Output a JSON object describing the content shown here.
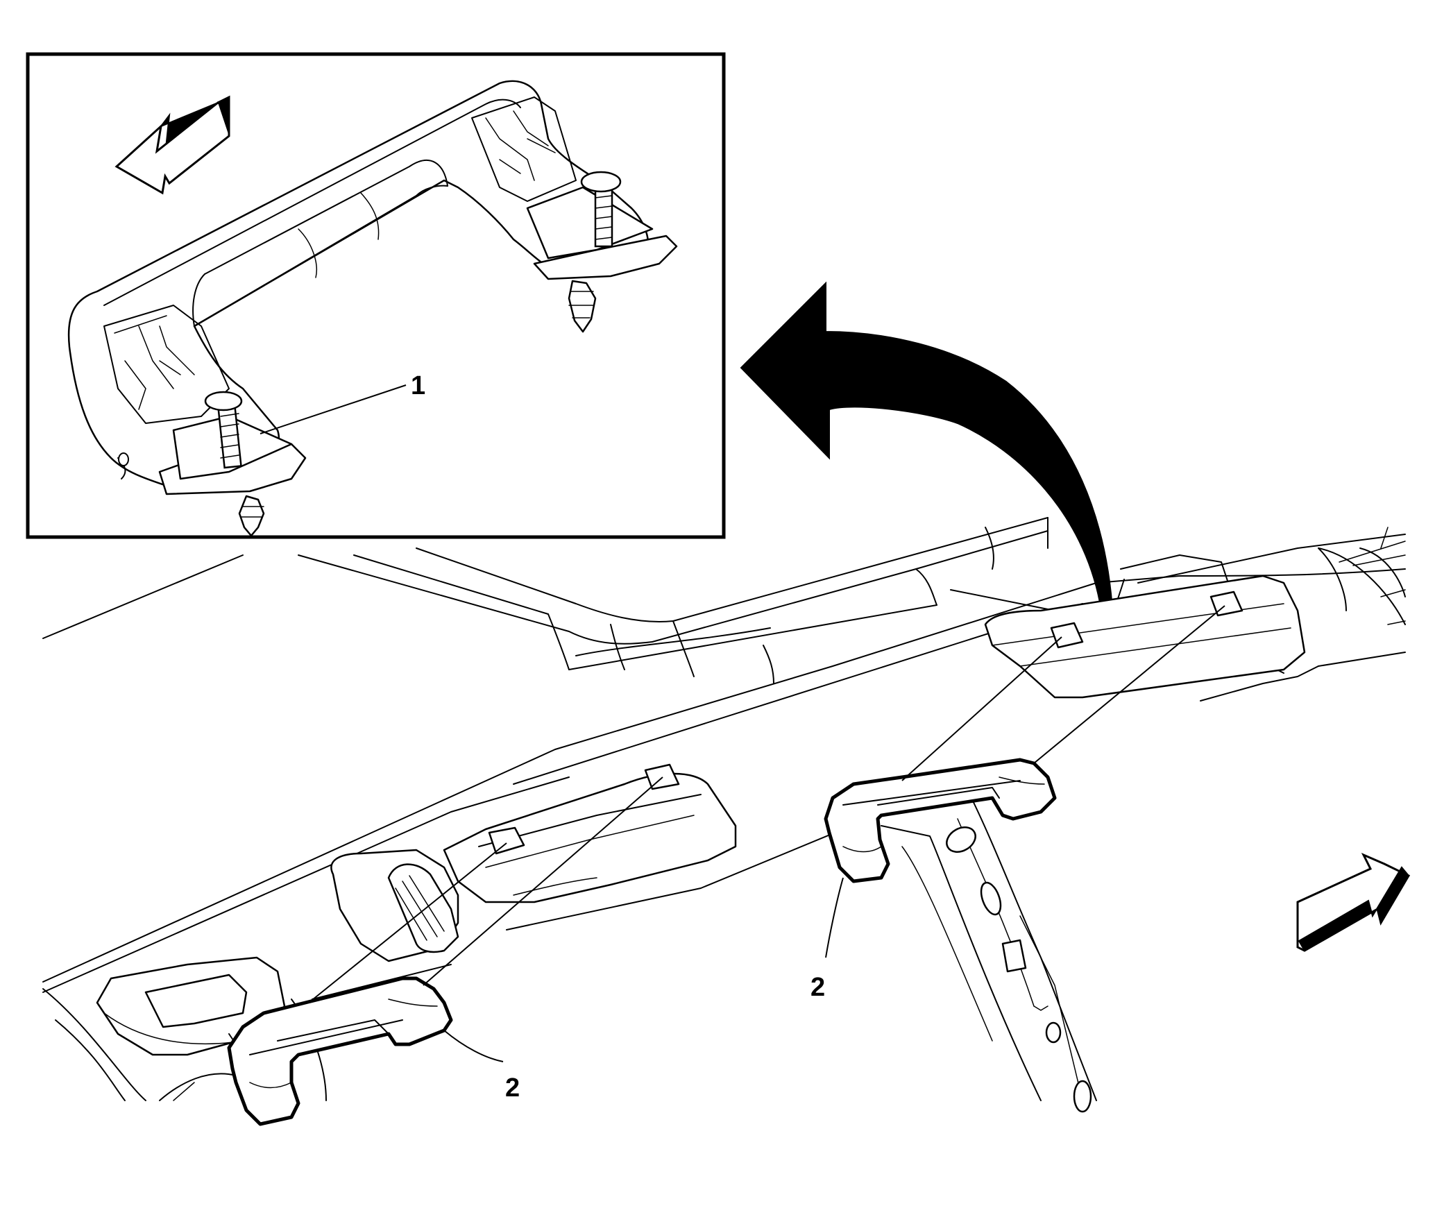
{
  "callouts": {
    "inset_label": "1",
    "rear_handle_label": "2",
    "front_handle_label": "2"
  },
  "colors": {
    "line": "#000000",
    "background": "#ffffff"
  },
  "icons": {
    "forward_arrow": "arrow-forward-icon",
    "inset_direction_arrow": "arrow-direction-icon",
    "transition_arrow": "curved-arrow-icon"
  }
}
